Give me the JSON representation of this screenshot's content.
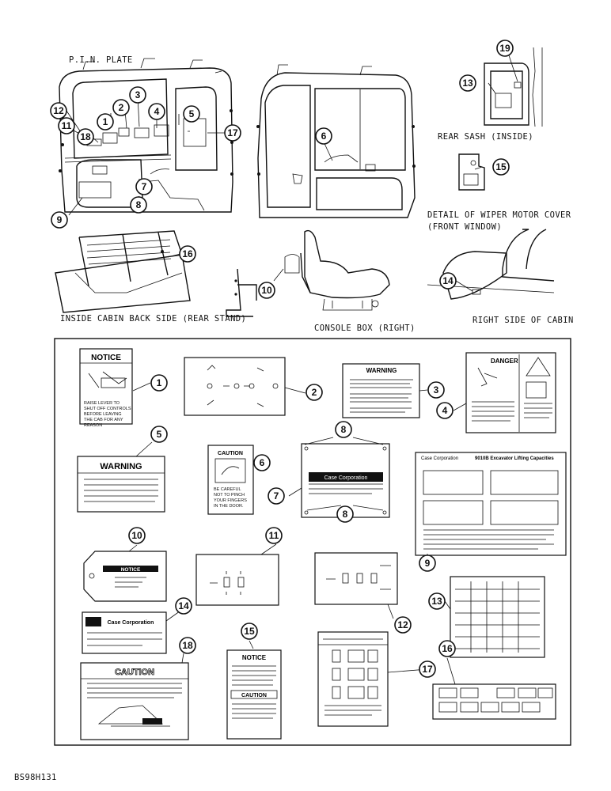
{
  "captions": {
    "pin_plate": "P.I.N. PLATE",
    "rear_sash": "REAR SASH (INSIDE)",
    "wiper_line1": "DETAIL OF WIPER MOTOR COVER",
    "wiper_line2": "(FRONT WINDOW)",
    "rear_stand": "INSIDE CABIN BACK SIDE (REAR STAND)",
    "console_box": "CONSOLE BOX (RIGHT)",
    "right_side": "RIGHT SIDE OF CABIN",
    "figure_id": "BS98H131"
  },
  "decals": {
    "notice_title": "NOTICE",
    "notice_text1": "RAISE LEVER TO",
    "notice_text2": "SHUT OFF CONTROLS",
    "notice_text3": "BEFORE LEAVING",
    "notice_text4": "THE CAB FOR ANY",
    "notice_text5": "REASON",
    "warning_small_title": "WARNING",
    "danger_title": "DANGER",
    "warning_large_title": "WARNING",
    "caution_door_title": "CAUTION",
    "caution_door_text1": "BE CAREFUL",
    "caution_door_text2": "NOT TO PINCH",
    "caution_door_text3": "YOUR FINGERS",
    "caution_door_text4": "IN THE DOOR.",
    "case_plate_brand": "Case Corporation",
    "tag_title": "NOTICE",
    "case_pin_brand": "Case Corporation",
    "lift_brand": "Case Corporation",
    "lift_title": "9010B Excavator Lifting Capacities",
    "caution_large_title": "CAUTION",
    "notice_window_title": "NOTICE",
    "caution_window_title": "CAUTION"
  },
  "callouts": [
    "1",
    "2",
    "3",
    "4",
    "5",
    "6",
    "7",
    "8",
    "9",
    "10",
    "11",
    "12",
    "13",
    "14",
    "15",
    "16",
    "17",
    "18",
    "19"
  ]
}
